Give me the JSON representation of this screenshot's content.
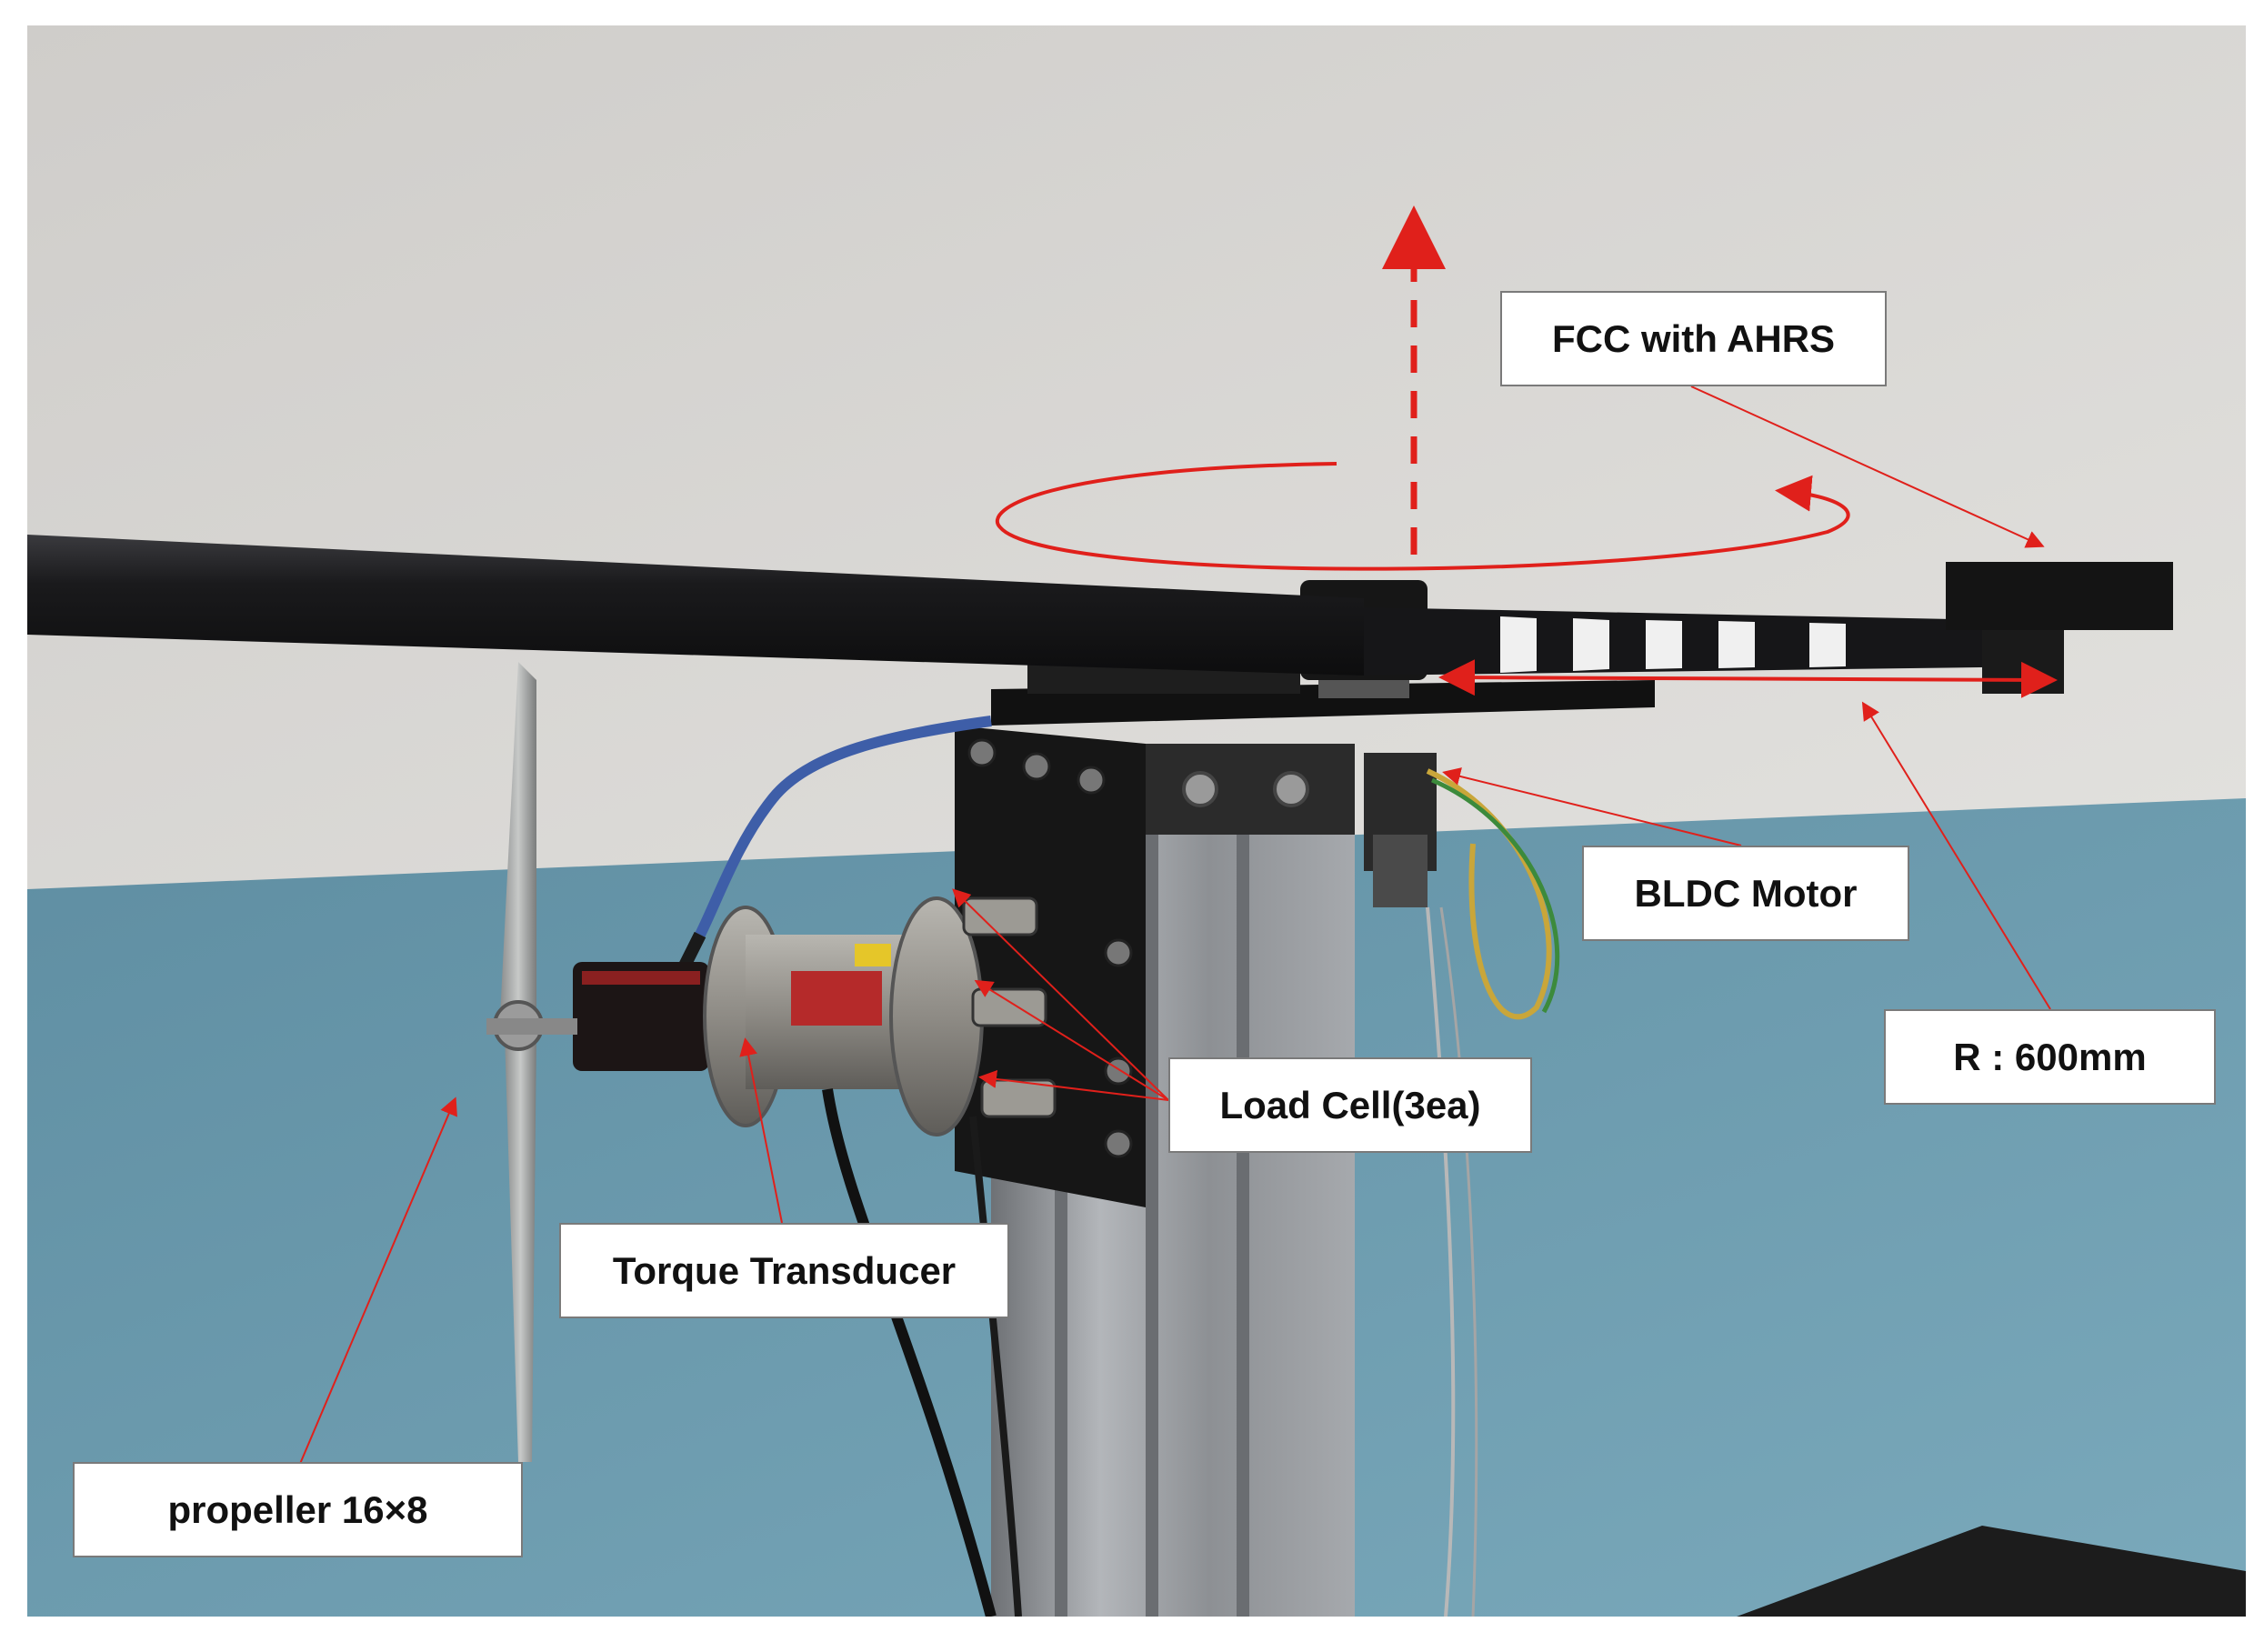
{
  "figure": {
    "labels": {
      "fcc": "FCC with AHRS",
      "bldc": "BLDC Motor",
      "radius": "R : 600mm",
      "load_cell": "Load Cell(3ea)",
      "torque": "Torque Transducer",
      "propeller": "propeller 16×8"
    }
  },
  "colors": {
    "annotation": "#e0201b",
    "wall_upper": "#d9d8d4",
    "wall_lower": "#6f9db0",
    "boom": "#1b1b1d",
    "frame": "#8f9296"
  }
}
